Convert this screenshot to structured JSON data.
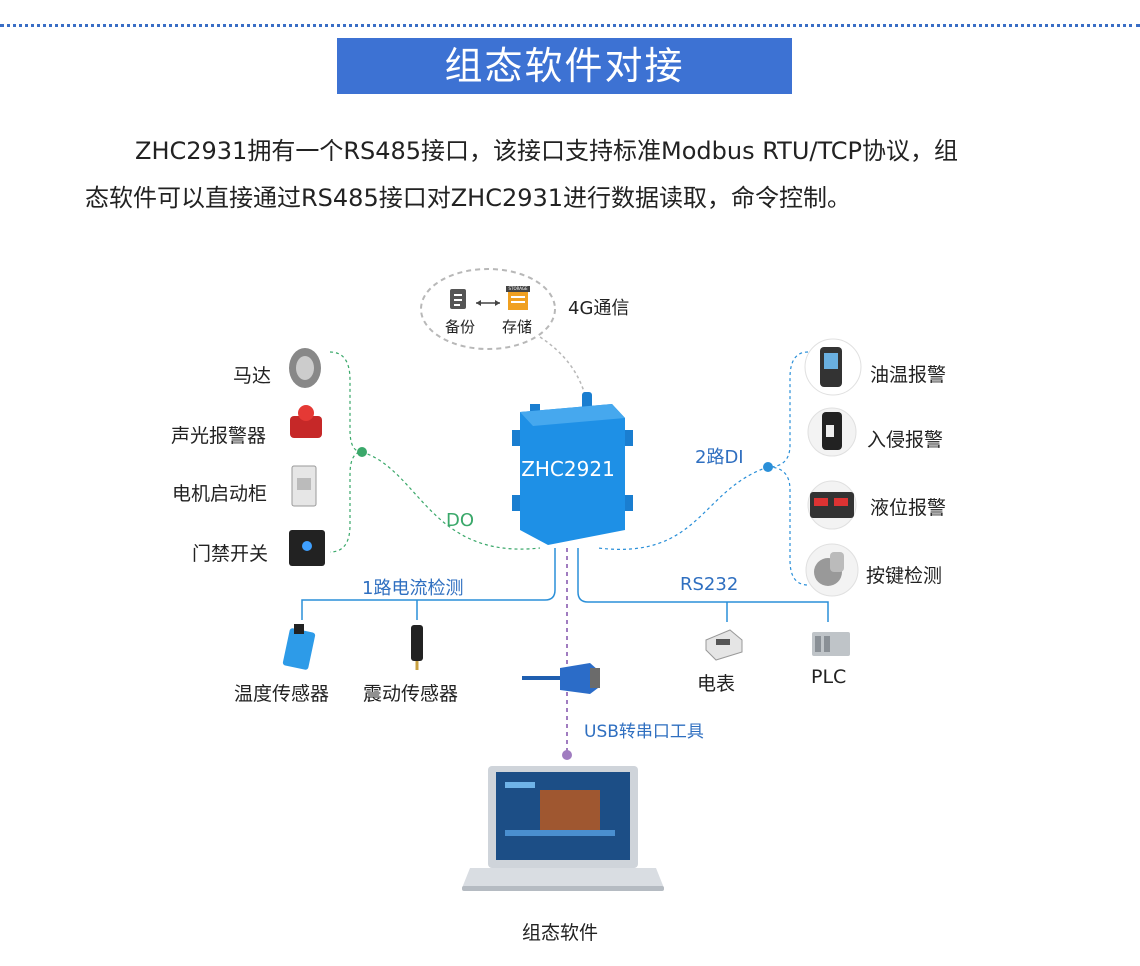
{
  "header": {
    "title": "组态软件对接"
  },
  "intro": {
    "line1": "ZHC2931拥有一个RS485接口，该接口支持标准Modbus RTU/TCP协议，组",
    "line2": "态软件可以直接通过RS485接口对ZHC2931进行数据读取，命令控制。"
  },
  "cloud": {
    "backup": "备份",
    "storage": "存储",
    "storage_tag": "STORAGE",
    "comm": "4G通信"
  },
  "device": {
    "name": "ZHC2921"
  },
  "do_outputs": {
    "label": "DO",
    "items": [
      "马达",
      "声光报警器",
      "电机启动柜",
      "门禁开关"
    ]
  },
  "di_inputs": {
    "label": "2路DI",
    "items": [
      "油温报警",
      "入侵报警",
      "液位报警",
      "按键检测"
    ]
  },
  "current_sensors": {
    "label": "1路电流检测",
    "items": [
      "温度传感器",
      "震动传感器"
    ]
  },
  "rs232": {
    "label": "RS232",
    "items": [
      "电表",
      "PLC"
    ]
  },
  "usb": {
    "label": "USB转串口工具"
  },
  "software": {
    "label": "组态软件"
  },
  "colors": {
    "accent": "#3d72d3",
    "device": "#1e90e6",
    "do_line": "#3aa86a",
    "di_line": "#2a8fd8",
    "usb_line": "#a07cc0"
  }
}
